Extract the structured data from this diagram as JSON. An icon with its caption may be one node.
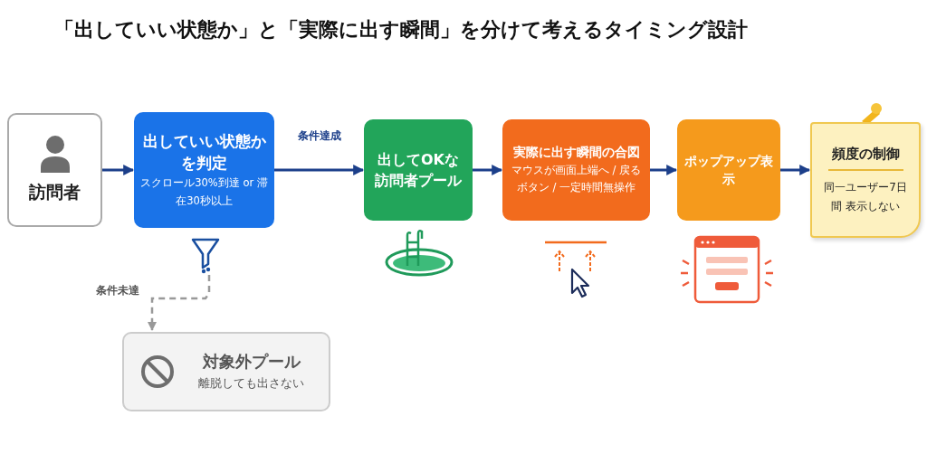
{
  "diagram": {
    "title": "「出していい状態か」と「実際に出す瞬間」を分けて考えるタイミング設計",
    "nodes": [
      {
        "text": [
          "訪問者"
        ]
      },
      {
        "text": [
          "出していい状態かを判定",
          "スクロール30%到達 or 滞在30秒以上"
        ]
      },
      {
        "text": [],
        "shape": "funnel"
      },
      {
        "text": [
          "出してOKな訪問者プール"
        ]
      },
      {
        "text": [
          "実際に出す瞬間の合図",
          "マウスが画面上端へ / 戻るボタン / 一定時間無操作"
        ]
      },
      {
        "text": [
          "ポップアップ表示"
        ]
      },
      {
        "text": [
          "頻度の制御",
          "同一ユーザー7日間 表示しない"
        ]
      },
      {
        "text": [
          "対象外プール",
          "離脱しても出さない"
        ]
      }
    ],
    "edges": [
      {
        "from": 0,
        "to": 1,
        "arrow": "to"
      },
      {
        "from": 1,
        "to": 3,
        "arrow": "to",
        "label": "条件達成"
      },
      {
        "from": 3,
        "to": 4,
        "arrow": "to"
      },
      {
        "from": 4,
        "to": 5,
        "arrow": "to"
      },
      {
        "from": 5,
        "to": 6,
        "arrow": "to"
      },
      {
        "from": 2,
        "to": 7,
        "arrow": "to",
        "label": "条件未達",
        "style": "dashed",
        "color": "#999999"
      }
    ]
  }
}
